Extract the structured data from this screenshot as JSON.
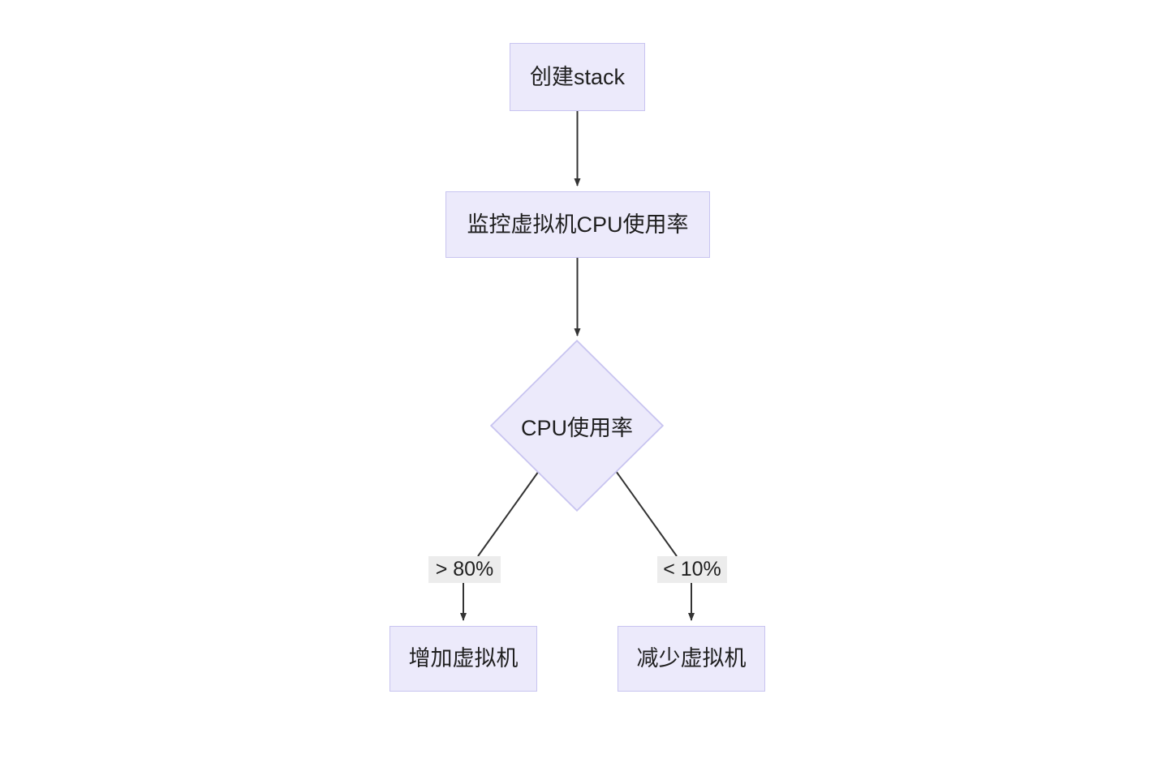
{
  "diagram": {
    "type": "flowchart",
    "direction": "top-to-bottom",
    "title": "",
    "background_color": "#FFFFFF",
    "node_fill_color": "#ECEAFB",
    "node_border_color": "#C8C4F0",
    "edge_color": "#333333",
    "edge_label_background": "#ECECEC",
    "text_color": "#1F1F1F",
    "nodes": [
      {
        "id": "create-stack",
        "label": "创建stack",
        "shape": "rectangle"
      },
      {
        "id": "monitor-cpu",
        "label": "监控虚拟机CPU使用率",
        "shape": "rectangle"
      },
      {
        "id": "decision-cpu",
        "label": "CPU使用率",
        "shape": "diamond"
      },
      {
        "id": "scale-up",
        "label": "增加虚拟机",
        "shape": "rectangle"
      },
      {
        "id": "scale-down",
        "label": "减少虚拟机",
        "shape": "rectangle"
      }
    ],
    "edges": [
      {
        "from": "create-stack",
        "to": "monitor-cpu",
        "label": ""
      },
      {
        "from": "monitor-cpu",
        "to": "decision-cpu",
        "label": ""
      },
      {
        "from": "decision-cpu",
        "to": "scale-up",
        "label": "> 80%"
      },
      {
        "from": "decision-cpu",
        "to": "scale-down",
        "label": "< 10%"
      }
    ],
    "edge_labels": {
      "high": "> 80%",
      "low": "< 10%"
    }
  }
}
